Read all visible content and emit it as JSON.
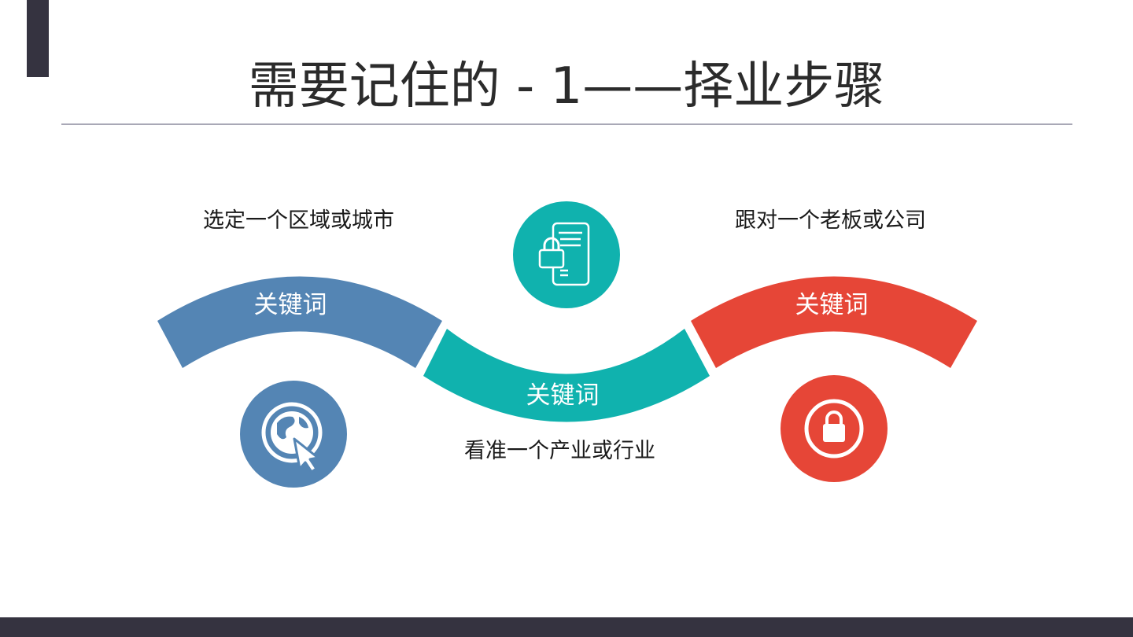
{
  "slide": {
    "title": "需要记住的 - 1——择业步骤"
  },
  "steps": [
    {
      "keyword": "关键词",
      "description": "选定一个区域或城市",
      "icon": "globe-cursor-icon",
      "color": "#5485b4"
    },
    {
      "keyword": "关键词",
      "description": "看准一个产业或行业",
      "icon": "phone-lock-icon",
      "color": "#10b2ae"
    },
    {
      "keyword": "关键词",
      "description": "跟对一个老板或公司",
      "icon": "padlock-icon",
      "color": "#e64637"
    }
  ],
  "theme": {
    "dark": "#353340",
    "rule": "#a9a8b6"
  }
}
